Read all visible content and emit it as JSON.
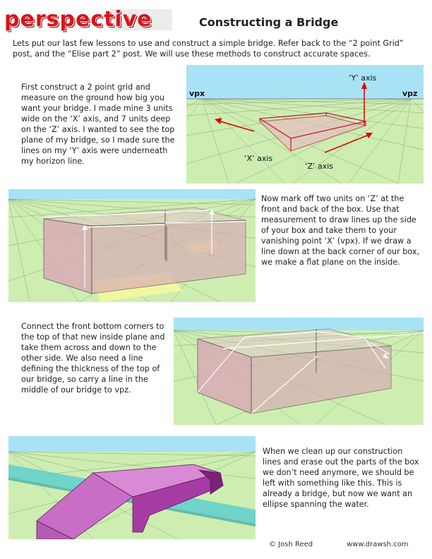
{
  "header": {
    "logo_text": "perspective",
    "title": "Constructing a Bridge"
  },
  "intro": "Lets put our last few lessons to use and construct a simple bridge.  Refer back to the “2 point Grid” post, and the “Elise part 2” post.  We will use these methods to construct accurate spaces.",
  "steps": [
    {
      "text": "First construct a 2 point grid and measure on the ground how big you want your bridge.  I made mine 3 units wide on the ‘X’ axis, and 7 units deep on the ‘Z’ axis.  I wanted to see the top plane of my bridge, so I made sure the lines on my ‘Y’ axis were underneath my horizon line."
    },
    {
      "text": "Now mark off two units on ‘Z’ at the front and back of the box.  Use that measurement to draw lines up the side of your box and take them to your vanishing point ‘X’ (vpx).  If we draw a line down at the back corner of our box, we make a flat plane on the inside."
    },
    {
      "text": "Connect the front bottom corners to the top of that new inside plane and take them across and down to the other side.  We also need a line defining the thickness of the top of our bridge, so carry a line in the middle of our bridge to vpz."
    },
    {
      "text": "When we clean up our construction lines and erase out the parts of the box we don’t need anymore, we should be left with something like this.  This is already a bridge, but now we want an ellipse spanning the water."
    }
  ],
  "diagram1": {
    "vpx_label": "vpx",
    "vpz_label": "vpz",
    "y_axis_label": "‘Y’ axis",
    "x_axis_label": "‘X’ axis",
    "z_axis_label": "‘Z’ axis"
  },
  "footer": {
    "credit": "© Josh Reed",
    "url": "www.drawsh.com"
  },
  "colors": {
    "logo_red": "#d8141c",
    "sky": "#a8e2f5",
    "ground": "#cdeeb0",
    "box_fill": "#d9a8b6",
    "box_edge": "#c0163a",
    "bridge": "#c86ec6",
    "water": "#5fcfcf",
    "highlight": "#f4f8a0"
  }
}
